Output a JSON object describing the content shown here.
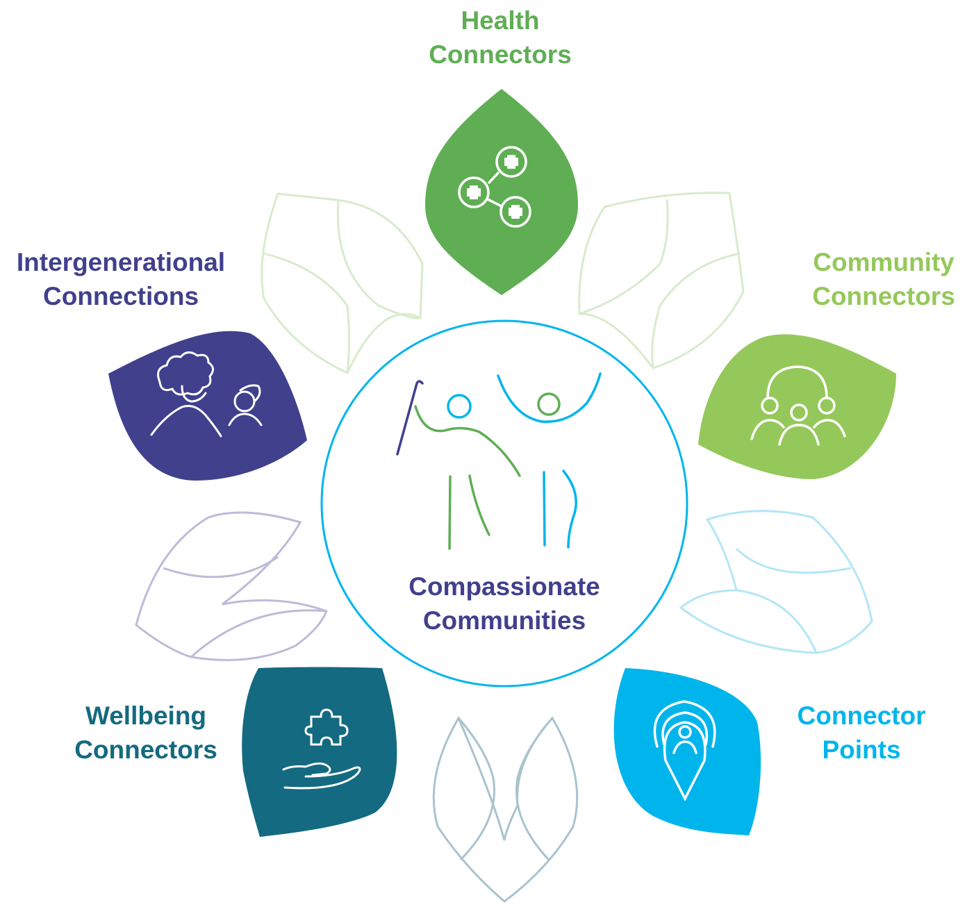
{
  "center": {
    "title_line1": "Compassionate",
    "title_line2": "Communities"
  },
  "petals": [
    {
      "id": "health",
      "line1": "Health",
      "line2": "Connectors",
      "color": "#5fae54",
      "icon": "health-plus-network-icon"
    },
    {
      "id": "community",
      "line1": "Community",
      "line2": "Connectors",
      "color": "#95c85a",
      "icon": "group-people-icon"
    },
    {
      "id": "connector",
      "line1": "Connector",
      "line2": "Points",
      "color": "#00b5ec",
      "icon": "location-pin-person-icon"
    },
    {
      "id": "wellbeing",
      "line1": "Wellbeing",
      "line2": "Connectors",
      "color": "#146a80",
      "icon": "hand-puzzle-icon"
    },
    {
      "id": "intergen",
      "line1": "Intergenerational",
      "line2": "Connections",
      "color": "#41408d",
      "icon": "elder-and-child-icon"
    }
  ],
  "colors": {
    "circle_outline": "#00b5ec",
    "outline_leaf_green": "#d8ebcc",
    "outline_leaf_blue": "#b3e6f7",
    "outline_leaf_purple": "#bcbbd9",
    "outline_leaf_teal": "#a9c3cf"
  }
}
